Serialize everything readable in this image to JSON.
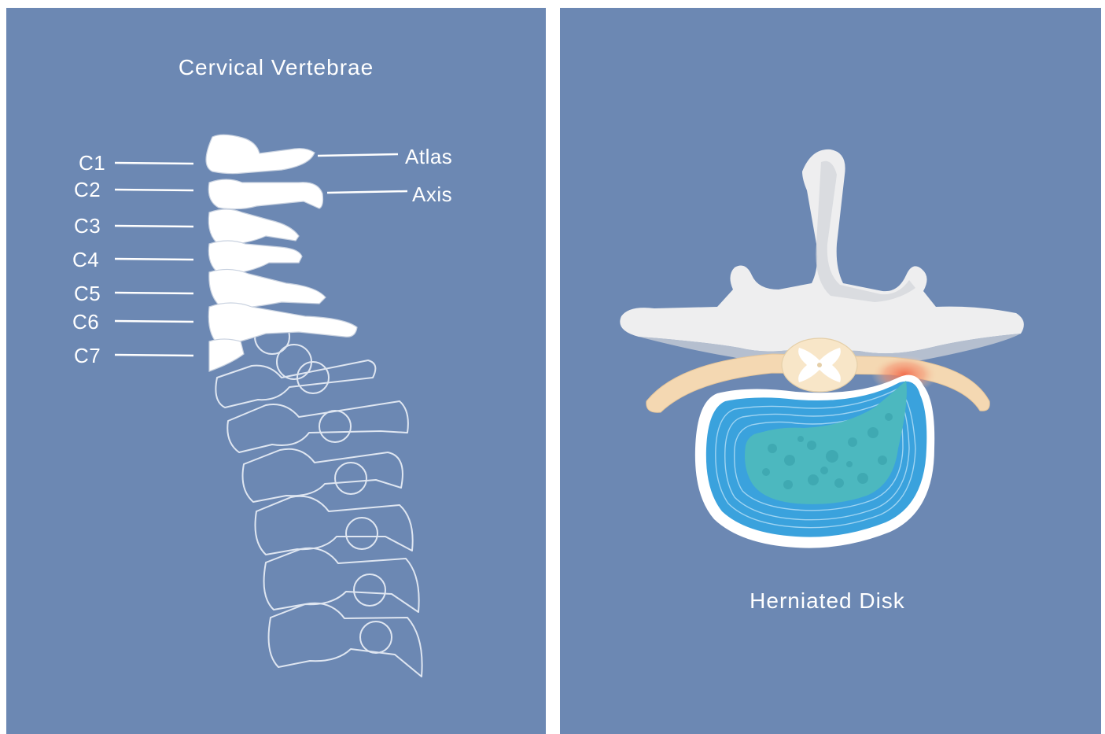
{
  "colors": {
    "panel_bg": "#6c88b3",
    "bone_white": "#ffffff",
    "vertebra_body": "#eeeeef",
    "vertebra_shadow": "#d4d7dc",
    "lamina": "#f4d8b2",
    "spinal_cord": "#f8e6c8",
    "annulus": "#3aa2dd",
    "annulus_ring": "#9fd4f2",
    "nucleus": "#4cb8bf",
    "inflammation": "#f08a6a"
  },
  "left_panel": {
    "title": "Cervical Vertebrae",
    "labels_left": [
      "C1",
      "C2",
      "C3",
      "C4",
      "C5",
      "C6",
      "C7"
    ],
    "labels_right": [
      "Atlas",
      "Axis"
    ]
  },
  "right_panel": {
    "caption": "Herniated Disk"
  }
}
